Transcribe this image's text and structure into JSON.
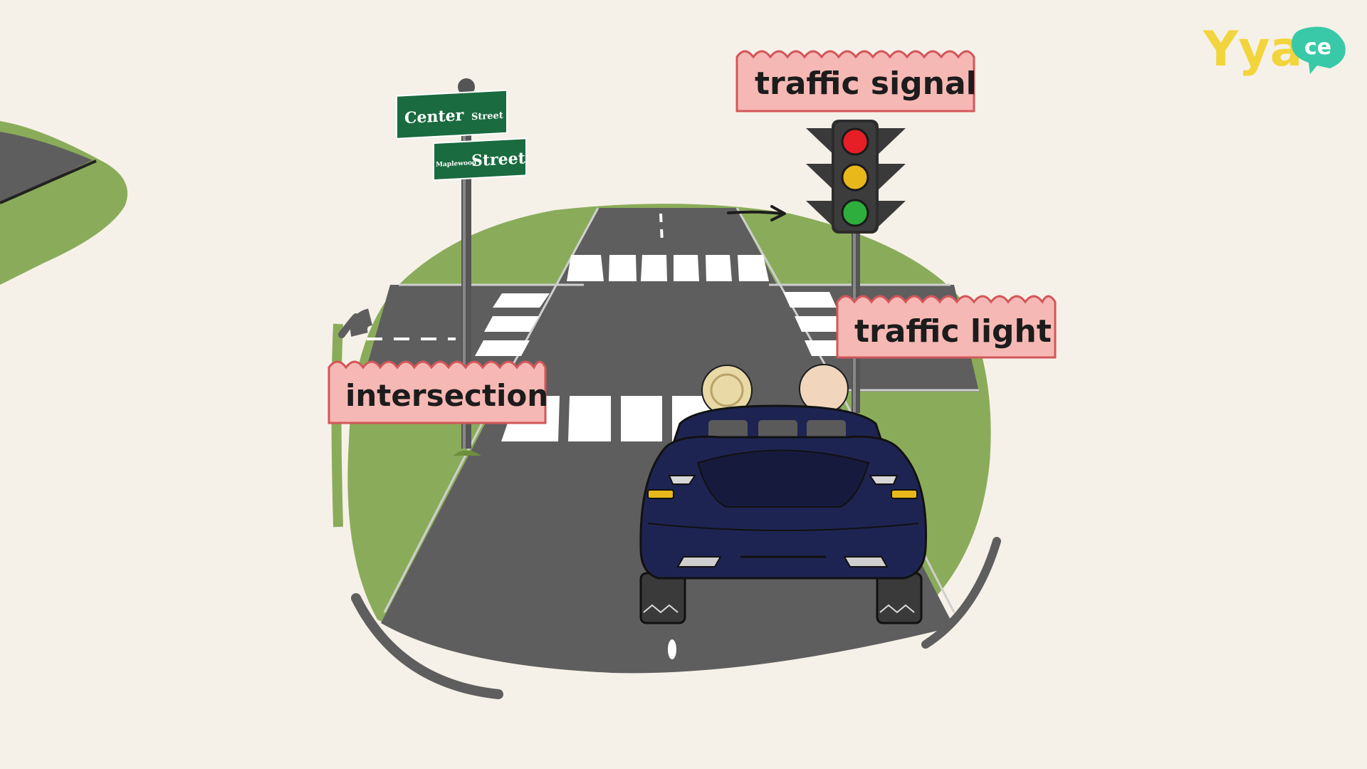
{
  "labels": {
    "traffic_signal": "traffic signal",
    "traffic_light": "traffic light",
    "intersection": "intersection"
  },
  "street_signs": {
    "center": {
      "name": "Center",
      "suffix": "Street"
    },
    "maplewood": {
      "name": "Maplewood",
      "suffix": "Street"
    }
  },
  "logo": {
    "text": "Yya",
    "badge": "ce"
  },
  "colors": {
    "background": "#f6f1e8",
    "grass": "#8aac5a",
    "road": "#5e5e5e",
    "crosswalk": "#ffffff",
    "label_fill": "#f6b8b4",
    "label_border": "#d3565a",
    "sign_green": "#1a6b3f",
    "car_body": "#1e2452",
    "signal_red": "#e51f25",
    "signal_yellow": "#e8b81a",
    "signal_green": "#2eae3c",
    "logo_yellow": "#f2d53c",
    "logo_teal": "#39c9a8"
  },
  "icons": {
    "traffic_signal": "traffic-light-icon",
    "car": "convertible-car-icon",
    "street_sign": "street-sign-icon"
  }
}
